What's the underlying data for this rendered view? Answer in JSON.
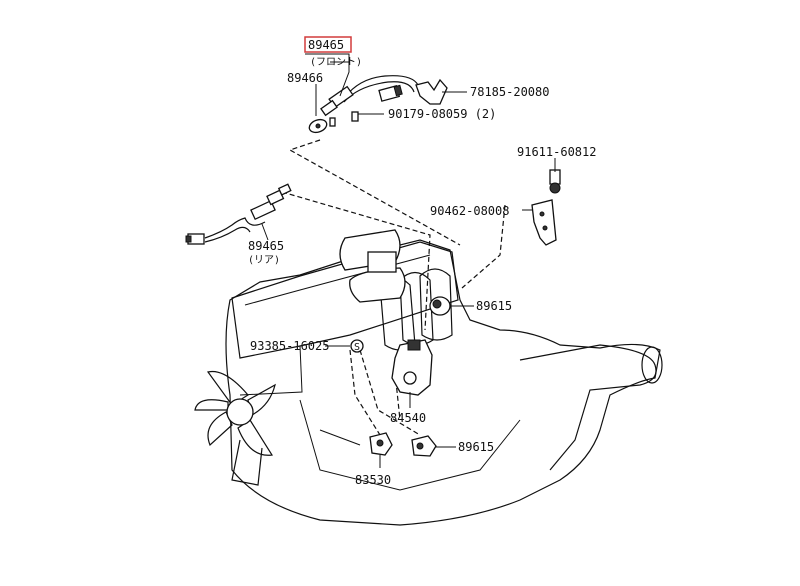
{
  "callouts": {
    "o2_front_pn": "89465",
    "o2_front_note": "(フロント)",
    "gasket_pn": "89466",
    "clamp_pn": "78185-20080",
    "nut_pn": "90179-08059 (2)",
    "bolt_pn": "91611-60812",
    "bracket_pn": "90462-08008",
    "o2_rear_pn": "89465",
    "o2_rear_note": "(リア)",
    "sensor_upper_pn": "89615",
    "gasket2_pn": "93385-16025",
    "throttle_sensor_pn": "84540",
    "sensor_lower_pn": "89615",
    "oil_switch_pn": "83530"
  },
  "colors": {
    "highlight": "#d23c3c",
    "ink": "#111111",
    "background": "#ffffff"
  },
  "icons": {
    "washer_symbol": "S"
  }
}
